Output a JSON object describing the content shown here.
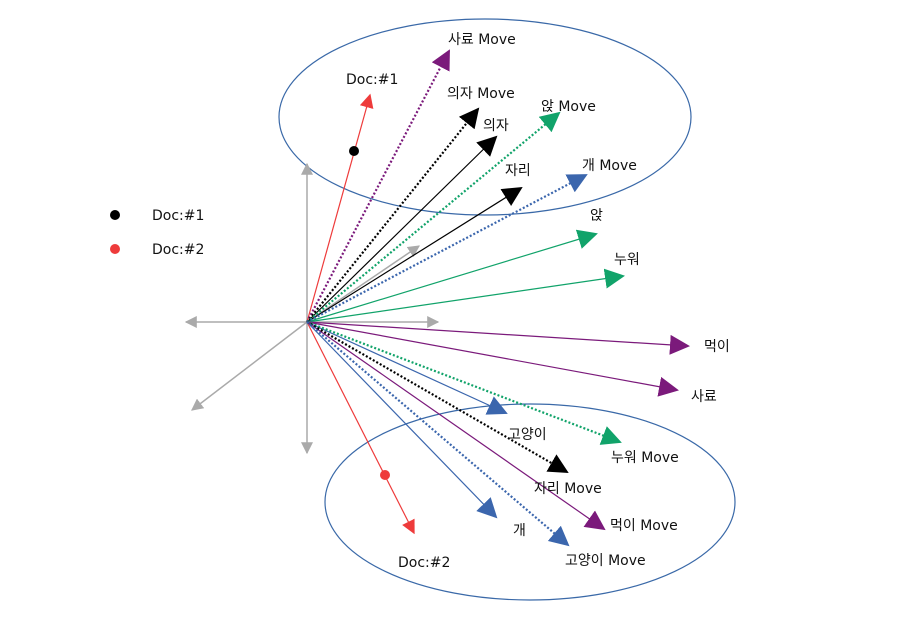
{
  "colors": {
    "gray": "#aaaaaa",
    "red": "#ee3b3b",
    "black": "#000000",
    "purple": "#7b1a7b",
    "green": "#11a36a",
    "blue": "#3b66ad",
    "ellipse": "#3a69a8"
  },
  "legend": [
    {
      "label": "Doc:#1",
      "color": "#000000"
    },
    {
      "label": "Doc:#2",
      "color": "#ee3b3b"
    }
  ],
  "doc_labels": {
    "doc1": "Doc:#1",
    "doc2": "Doc:#2"
  },
  "word_labels": {
    "saryo_move": "사료 Move",
    "uija_move": "의자 Move",
    "anj_move": "앉 Move",
    "uija": "의자",
    "jari": "자리",
    "gae_move": "개 Move",
    "anj": "앉",
    "nuwo": "누워",
    "meogi": "먹이",
    "saryo": "사료",
    "goyangi": "고양이",
    "nuwo_move": "누워 Move",
    "jari_move": "자리 Move",
    "meogi_move": "먹이 Move",
    "gae": "개",
    "goyangi_move": "고양이 Move"
  }
}
